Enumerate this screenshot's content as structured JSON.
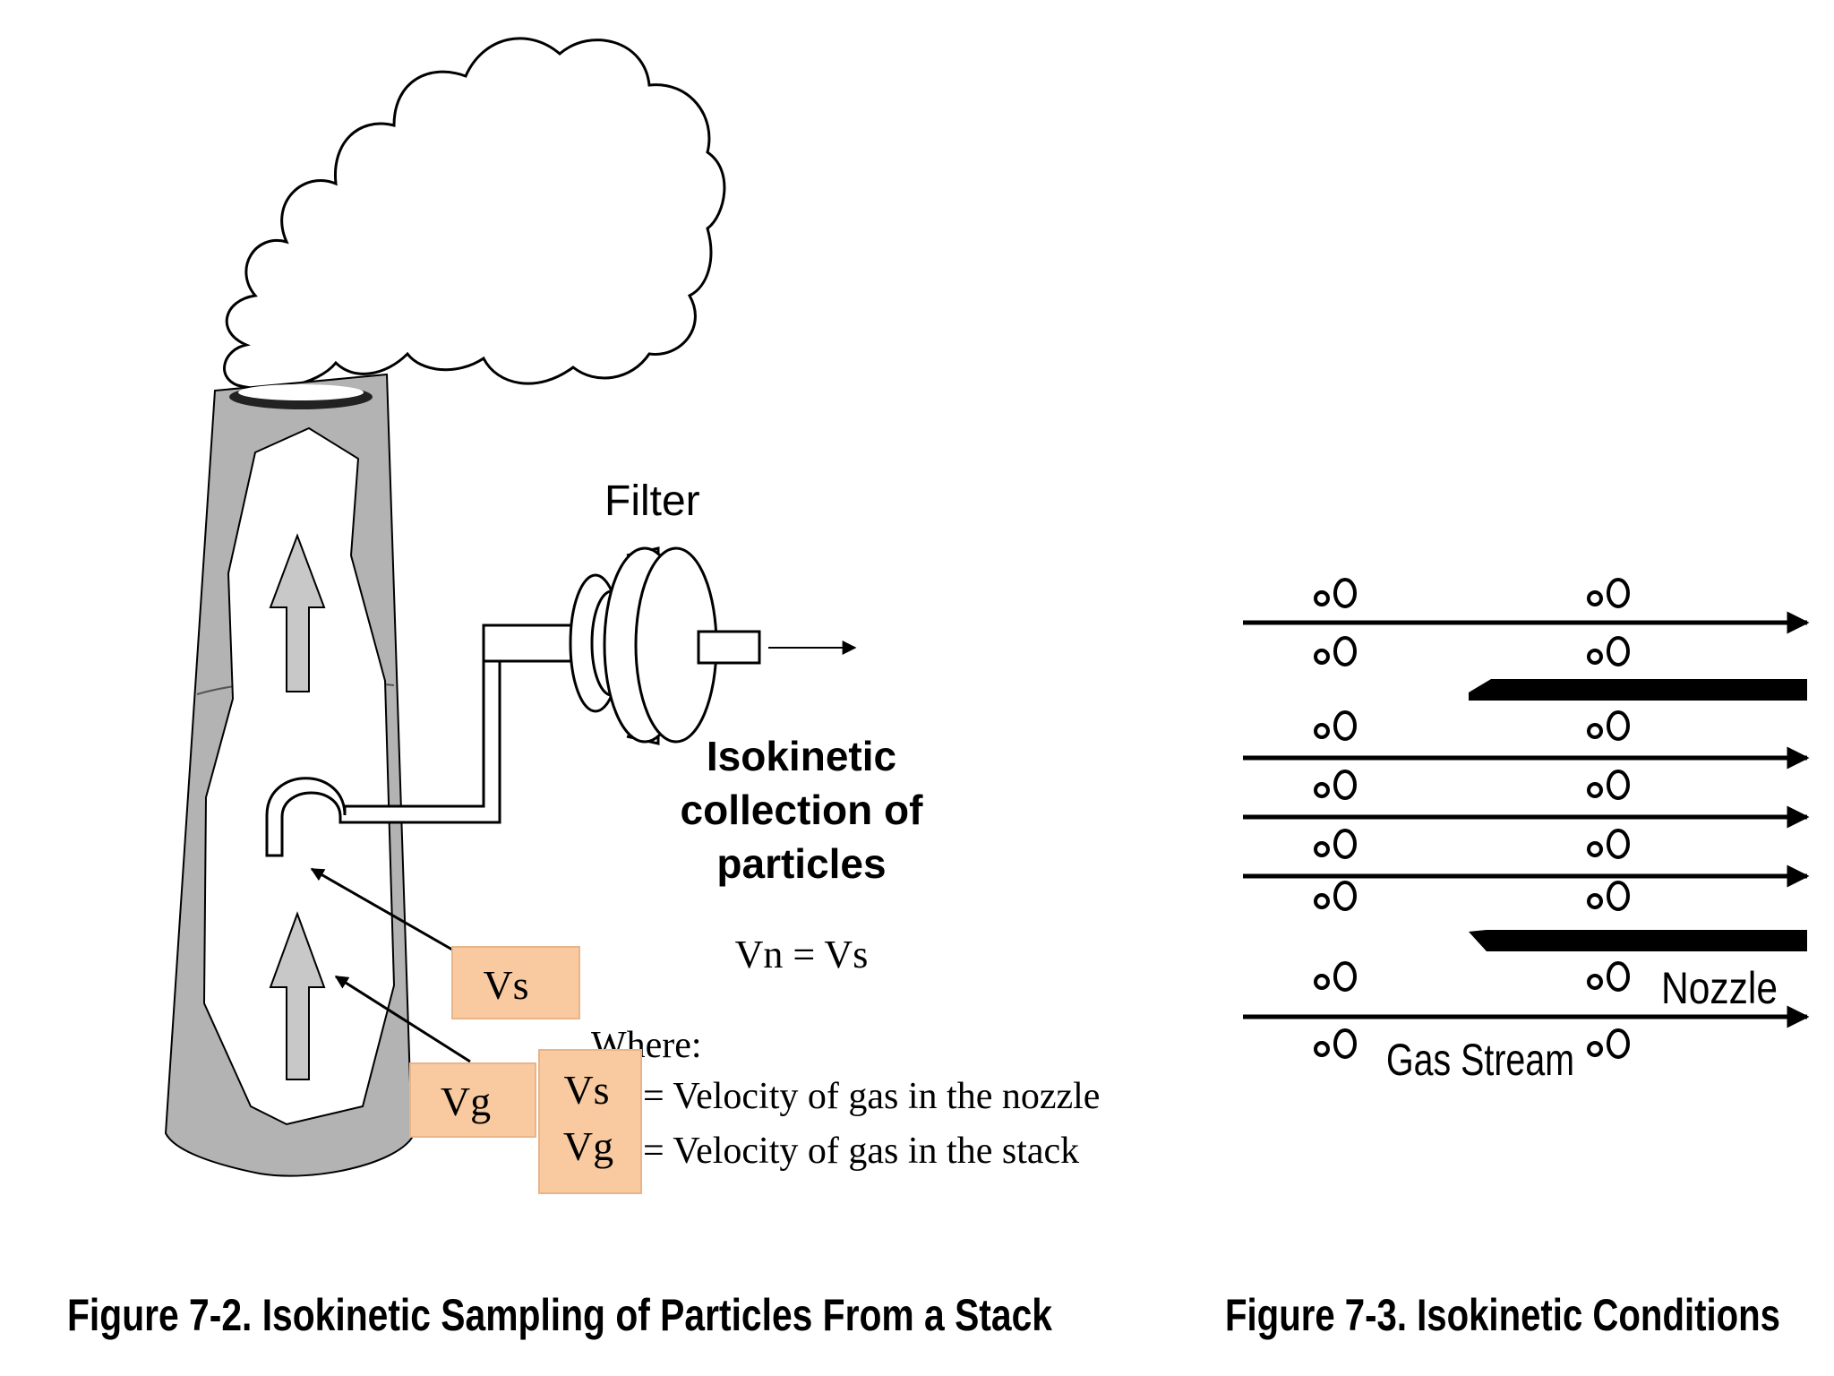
{
  "figure_left": {
    "filter_label": "Filter",
    "collection_label": [
      "Isokinetic",
      "collection of",
      "particles"
    ],
    "equation": "Vn = Vs",
    "where_label": "Where:",
    "tag_vs": "Vs",
    "tag_vg": "Vg",
    "legend": [
      {
        "symbol": "Vs",
        "text": "= Velocity of gas in the nozzle"
      },
      {
        "symbol": "Vg",
        "text": "=  Velocity of gas in the stack"
      }
    ],
    "caption": "Figure 7-2.  Isokinetic Sampling of Particles From a Stack"
  },
  "figure_right": {
    "nozzle_label": "Nozzle",
    "gas_stream_label": "Gas Stream",
    "caption": "Figure 7-3. Isokinetic Conditions"
  },
  "colors": {
    "stack_gray": "#b3b3b3",
    "tag_fill": "#f9caa0"
  }
}
